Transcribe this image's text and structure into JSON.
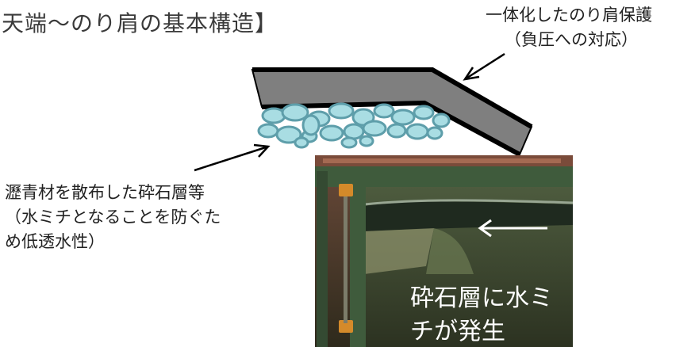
{
  "title": "天端～のり肩の基本構造】",
  "callout_top_right": {
    "line1": "一体化したのり肩保護",
    "line2": "（負圧への対応）"
  },
  "callout_left": {
    "line1": "瀝青材を散布した砕石層等",
    "line2": "（水ミチとなることを防ぐた",
    "line3": "め低透水性）"
  },
  "photo": {
    "caption_line1": "砕石層に水ミ",
    "caption_line2": "チが発生"
  },
  "colors": {
    "slab_fill": "#7f7f7f",
    "slab_edge": "#000000",
    "stone_fill": "#a9dde3",
    "stone_edge": "#5e9eaa",
    "frame_green": "#3f5b3c",
    "arrow_color": "#000000",
    "photo_arrow": "#ffffff"
  }
}
